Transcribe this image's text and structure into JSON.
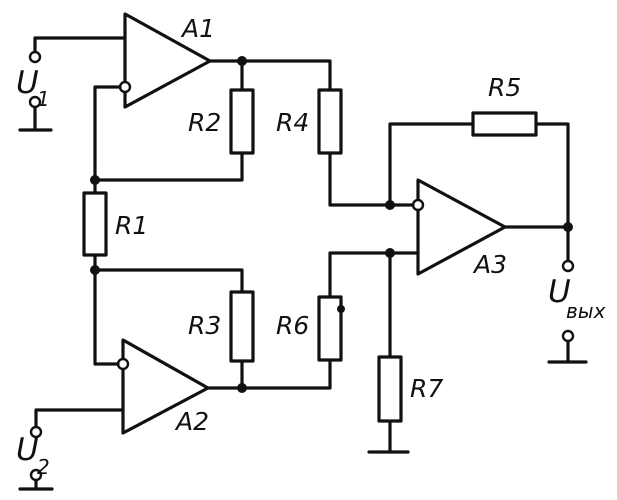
{
  "amplifiers": {
    "a1": "A1",
    "a2": "A2",
    "a3": "A3"
  },
  "resistors": {
    "r1": "R1",
    "r2": "R2",
    "r3": "R3",
    "r4": "R4",
    "r5": "R5",
    "r6": "R6",
    "r7": "R7"
  },
  "terminals": {
    "u1": {
      "symbol": "U",
      "sub": "1"
    },
    "u2": {
      "symbol": "U",
      "sub": "2"
    },
    "uout": {
      "symbol": "U",
      "sub": "вых"
    }
  }
}
